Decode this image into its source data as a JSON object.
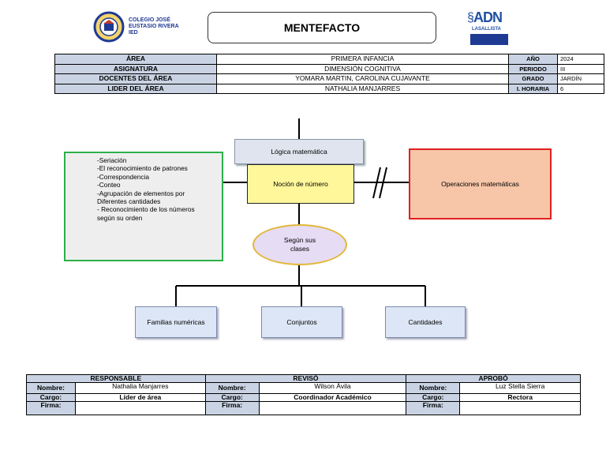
{
  "header": {
    "school_lines": [
      "COLEGIO JOSÉ",
      "EUSTASIO RIVERA",
      "IED"
    ],
    "title": "MENTEFACTO",
    "adn_logo": {
      "main": "ADN",
      "sub": "LASALLISTA"
    }
  },
  "info": {
    "rows": [
      {
        "label": "ÁREA",
        "value": "PRIMERA INFANCIA",
        "label2": "AÑO",
        "value2": "2024"
      },
      {
        "label": "ASIGNATURA",
        "value": "DIMENSIÓN COGNITIVA",
        "label2": "PERIODO",
        "value2": "III"
      },
      {
        "label": "DOCENTES DEL ÁREA",
        "value": "YOMARA MARTIN, CAROLINA CUJAVANTE",
        "label2": "GRADO",
        "value2": "JARDÍN"
      },
      {
        "label": "LIDER DEL ÁREA",
        "value": "NATHALIA MANJARRES",
        "label2": "I. HORARIA",
        "value2": "6"
      }
    ]
  },
  "diagram": {
    "supraordinate": "Lógica matemática",
    "central": "Noción de número",
    "exclusion": "Operaciones matemáticas",
    "isoordinate": [
      "-Seriación",
      "-El reconocimiento de patrones",
      "-Correspondencia",
      "-Conteo",
      "-Agrupación de elementos por",
      "Diferentes cantidades",
      "- Reconocimiento de los números",
      "según su orden"
    ],
    "classifier": [
      "Según sus",
      "clases"
    ],
    "infraordinates": [
      "Familias numéricas",
      "Conjuntos",
      "Cantidades"
    ]
  },
  "footer": {
    "headers": [
      "RESPONSABLE",
      "REVISÓ",
      "APROBÓ"
    ],
    "labels": {
      "nombre": "Nombre:",
      "cargo": "Cargo:",
      "firma": "Firma:"
    },
    "responsable": {
      "nombre": "Nathalia Manjarres",
      "cargo": "Líder de área"
    },
    "reviso": {
      "nombre": "Wilson Ávila",
      "cargo": "Coordinador Académico"
    },
    "aprobo": {
      "nombre": "Luz Stella  Sierra",
      "cargo": "Rectora"
    }
  },
  "colors": {
    "table_header": "#c9d3e3",
    "central": "#fff79a",
    "exclusion_border": "#e02020",
    "iso_border": "#2bb04a"
  }
}
